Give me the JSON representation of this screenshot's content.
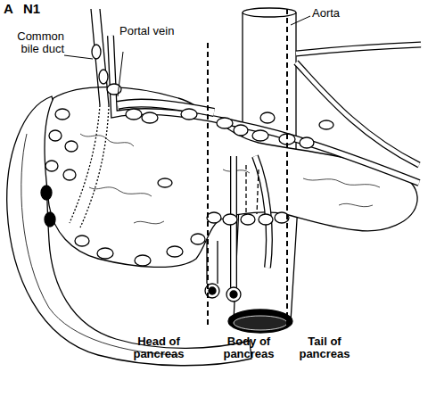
{
  "diagram": {
    "labels": [
      "A",
      "N1",
      "Common bile duct",
      "Portal vein",
      "Aorta",
      "Head of pancreas",
      "Body of pancreas",
      "Tail of pancreas"
    ]
  }
}
